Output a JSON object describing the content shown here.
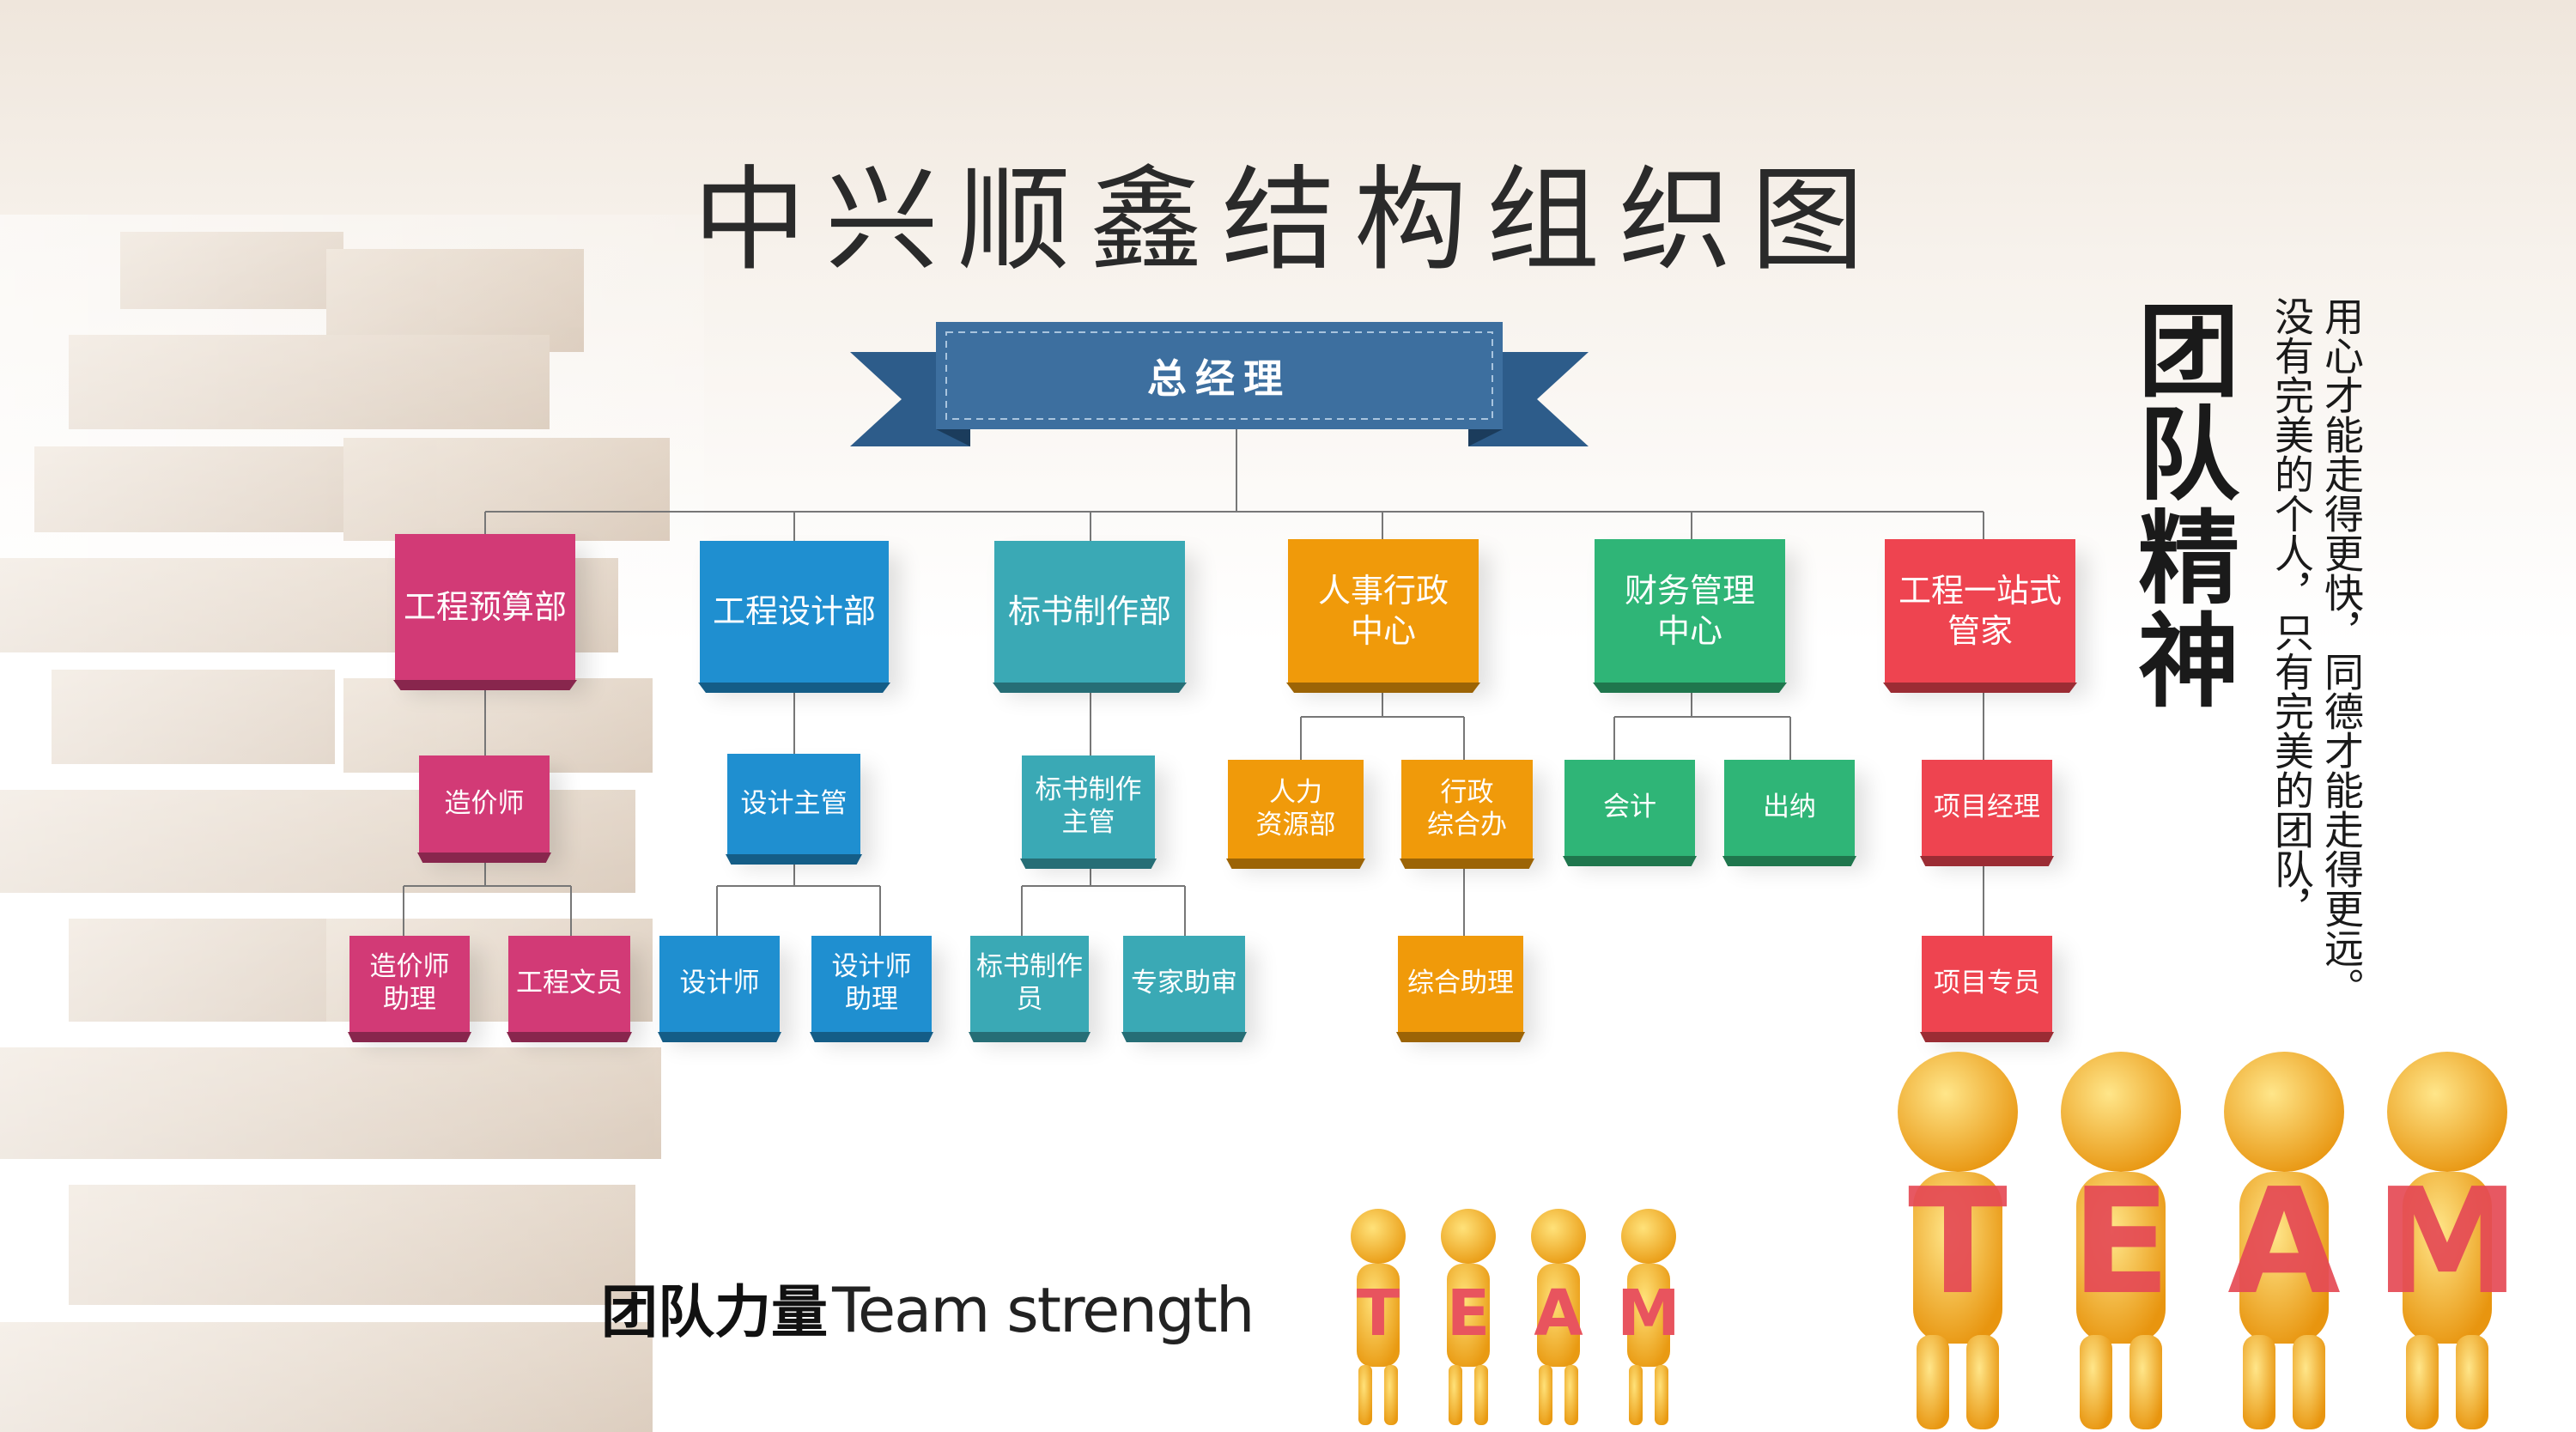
{
  "title": "中兴顺鑫结构组织图",
  "root": {
    "label": "总经理"
  },
  "departments": [
    {
      "label": "工程预算部",
      "color": "#d23a76"
    },
    {
      "label": "工程设计部",
      "color": "#1f8fd0"
    },
    {
      "label": "标书制作部",
      "color": "#3aa9b5"
    },
    {
      "label": "人事行政\n中心",
      "color": "#f09a0a"
    },
    {
      "label": "财务管理\n中心",
      "color": "#2fb577"
    },
    {
      "label": "工程一站式\n管家",
      "color": "#ee4450"
    }
  ],
  "level2": [
    {
      "label": "造价师"
    },
    {
      "label": "设计主管"
    },
    {
      "label": "标书制作\n主管"
    },
    {
      "label": "人力\n资源部"
    },
    {
      "label": "行政\n综合办"
    },
    {
      "label": "会计"
    },
    {
      "label": "出纳"
    },
    {
      "label": "项目经理"
    }
  ],
  "level3": [
    {
      "label": "造价师\n助理"
    },
    {
      "label": "工程文员"
    },
    {
      "label": "设计师"
    },
    {
      "label": "设计师\n助理"
    },
    {
      "label": "标书制作\n员"
    },
    {
      "label": "专家助审"
    },
    {
      "label": "综合助理"
    },
    {
      "label": "项目专员"
    }
  ],
  "side": {
    "heading": "团队精神",
    "line1": "用心才能走得更快，同德才能走得更远。",
    "line2": "没有完美的个人，只有完美的团队，"
  },
  "footer": {
    "cn": "团队力量",
    "en": "Team strength"
  },
  "figures": {
    "big_letters": [
      "T",
      "E",
      "A",
      "M"
    ],
    "small_letters": [
      "T",
      "E",
      "A",
      "M"
    ]
  }
}
